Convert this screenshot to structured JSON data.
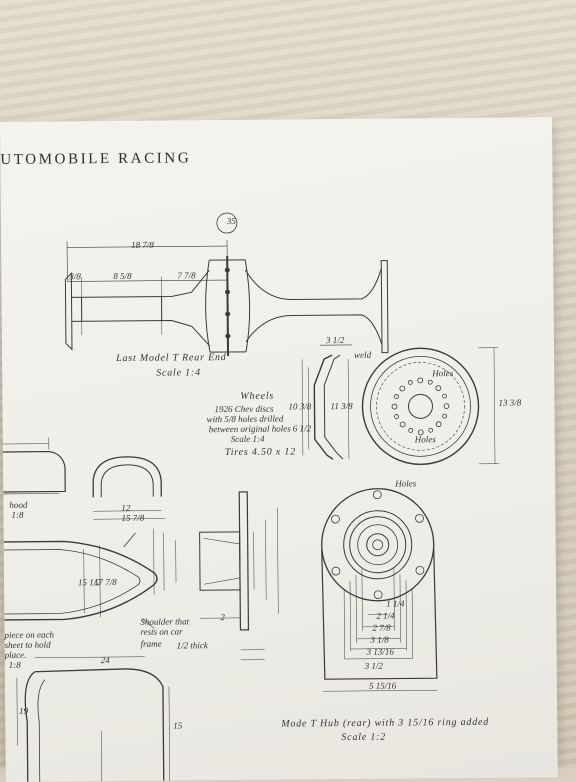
{
  "page": {
    "heading": "UTOMOBILE RACING",
    "page_number": "35"
  },
  "labels": {
    "rear_end_title": "Last  Model  T  Rear  End",
    "rear_end_scale": "Scale  1:4",
    "dim_overall": "18 7/8",
    "dim_left": "3/8",
    "dim_mid1": "8 5/8",
    "dim_mid2": "7 7/8",
    "wheels_title": "Wheels",
    "wheels_line1": "1926  Chev  discs",
    "wheels_line2": "with  5/8  holes  drilled",
    "wheels_line3": "between  original  holes",
    "wheels_scale": "Scale  1:4",
    "tires": "Tires  4.50 x 12",
    "weld": "weld",
    "holes_a": "Holes",
    "holes_b": "Holes",
    "holes_c": "Holes",
    "wheel_dim_top": "3 1/2",
    "wheel_dim_side": "13 3/8",
    "wheel_dim_h1": "10 3/8",
    "wheel_dim_h2": "11 3/8",
    "wheel_dim_h3": "6 1/2",
    "hood_label": "hood",
    "hood_scale": "1:8",
    "bend_dim1": "12",
    "bend_dim2": "15 7/8",
    "body_dim1": "15 1/2",
    "body_dim2": "17 7/8",
    "piece_l1": "piece  on  each",
    "piece_l2": "sheet  to  hold",
    "piece_l3": "place.",
    "piece_scale": "1:8",
    "shoulder_l1": "Shoulder  that",
    "shoulder_l2": "rests  on  car",
    "shoulder_l3": "frame",
    "shoulder_thick": "1/2  thick",
    "dim_2": "2",
    "dim_24": "24",
    "dim_19": "19",
    "dim_15": "15",
    "hub_title": "Mode  T  Hub  (rear)  with  3 15/16  ring  added",
    "hub_scale": "Scale  1:2",
    "hub_dim_bottom": "5 15/16",
    "hub_dim_a": "1 1/4",
    "hub_dim_b": "2 1/4",
    "hub_dim_c": "2 7/8",
    "hub_dim_d": "3 1/8",
    "hub_dim_e": "3 13/16",
    "hub_dim_f": "3 1/2"
  },
  "colors": {
    "ink": "#333333",
    "paper": "#f1f0ea",
    "wall": "#d9d0bf"
  }
}
